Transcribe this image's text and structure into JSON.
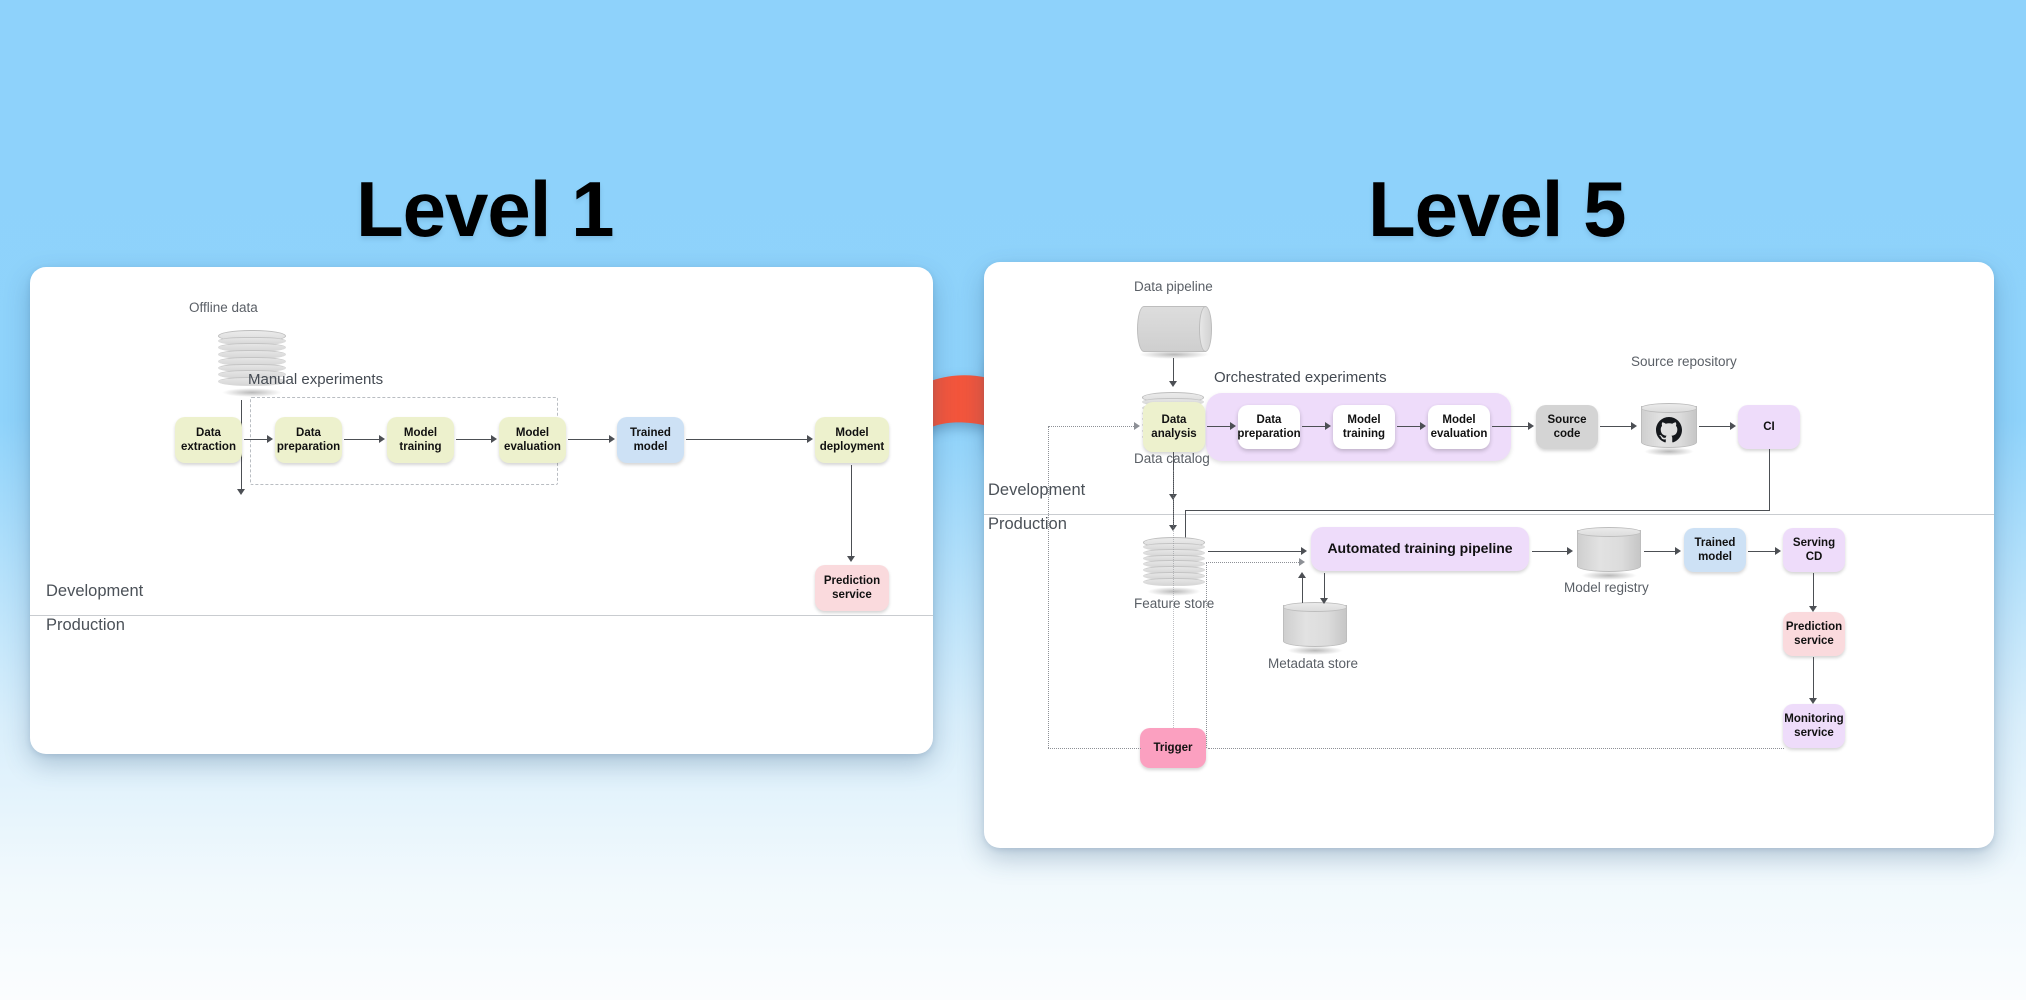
{
  "page": {
    "background_top": "#8ed2fb",
    "background_bottom": "#fbfdfe",
    "transition_arrow_color": "#f4563c",
    "transition_arrow_name": "curved-right-arrow"
  },
  "titles": {
    "left": "Level 1",
    "right": "Level 5"
  },
  "lanes": {
    "development": "Development",
    "production": "Production"
  },
  "colors": {
    "green_box": "#edf1cd",
    "blue_box": "#cde1f5",
    "pink_box": "#fadadd",
    "hot_pink_box": "#fba0c0",
    "purple_box": "#eedcfa",
    "grey_box": "#d4d4d4",
    "white_box": "#ffffff",
    "line": "#4c4f54",
    "dotted_line": "#8d9096"
  },
  "level1": {
    "captions": {
      "offline_data": "Offline data",
      "manual_experiments": "Manual experiments"
    },
    "nodes": [
      {
        "id": "data-extraction",
        "label": "Data\nextraction",
        "label_l1": "Data",
        "label_l2": "extraction",
        "color": "green"
      },
      {
        "id": "data-preparation",
        "label": "Data\npreparation",
        "label_l1": "Data",
        "label_l2": "preparation",
        "color": "green"
      },
      {
        "id": "model-training",
        "label": "Model\ntraining",
        "label_l1": "Model",
        "label_l2": "training",
        "color": "green"
      },
      {
        "id": "model-evaluation",
        "label": "Model\nevaluation",
        "label_l1": "Model",
        "label_l2": "evaluation",
        "color": "green"
      },
      {
        "id": "trained-model",
        "label": "Trained\nmodel",
        "label_l1": "Trained",
        "label_l2": "model",
        "color": "blue"
      },
      {
        "id": "model-deployment",
        "label": "Model\ndeployment",
        "label_l1": "Model",
        "label_l2": "deployment",
        "color": "green"
      },
      {
        "id": "prediction-service",
        "label": "Prediction\nservice",
        "label_l1": "Prediction",
        "label_l2": "service",
        "color": "pink"
      }
    ]
  },
  "level5": {
    "captions": {
      "data_pipeline": "Data pipeline",
      "data_catalog": "Data catalog",
      "orchestrated_experiments": "Orchestrated experiments",
      "source_repository": "Source repository",
      "feature_store": "Feature store",
      "metadata_store": "Metadata store",
      "model_registry": "Model registry"
    },
    "nodes": [
      {
        "id": "data-analysis",
        "label_l1": "Data",
        "label_l2": "analysis",
        "color": "green"
      },
      {
        "id": "data-preparation",
        "label_l1": "Data",
        "label_l2": "preparation",
        "color": "white"
      },
      {
        "id": "model-training",
        "label_l1": "Model",
        "label_l2": "training",
        "color": "white"
      },
      {
        "id": "model-evaluation",
        "label_l1": "Model",
        "label_l2": "evaluation",
        "color": "white"
      },
      {
        "id": "source-code",
        "label_l1": "Source",
        "label_l2": "code",
        "color": "grey"
      },
      {
        "id": "ci",
        "label_l1": "CI",
        "label_l2": "",
        "color": "purple"
      },
      {
        "id": "automated-training-pipeline",
        "label_l1": "Automated training pipeline",
        "label_l2": "",
        "color": "purple"
      },
      {
        "id": "trained-model",
        "label_l1": "Trained",
        "label_l2": "model",
        "color": "blue"
      },
      {
        "id": "serving-cd",
        "label_l1": "Serving",
        "label_l2": "CD",
        "color": "purple"
      },
      {
        "id": "prediction-service",
        "label_l1": "Prediction",
        "label_l2": "service",
        "color": "pink"
      },
      {
        "id": "monitoring-service",
        "label_l1": "Monitoring",
        "label_l2": "service",
        "color": "purple"
      },
      {
        "id": "trigger",
        "label_l1": "Trigger",
        "label_l2": "",
        "color": "hotpink"
      }
    ],
    "icons": {
      "source_repository_icon": "github-icon",
      "data_pipeline_icon": "barrel-database-icon",
      "data_catalog_icon": "stacked-disks-database-icon",
      "feature_store_icon": "stacked-disks-database-icon",
      "metadata_store_icon": "cylinder-database-icon",
      "model_registry_icon": "cylinder-database-icon"
    }
  }
}
